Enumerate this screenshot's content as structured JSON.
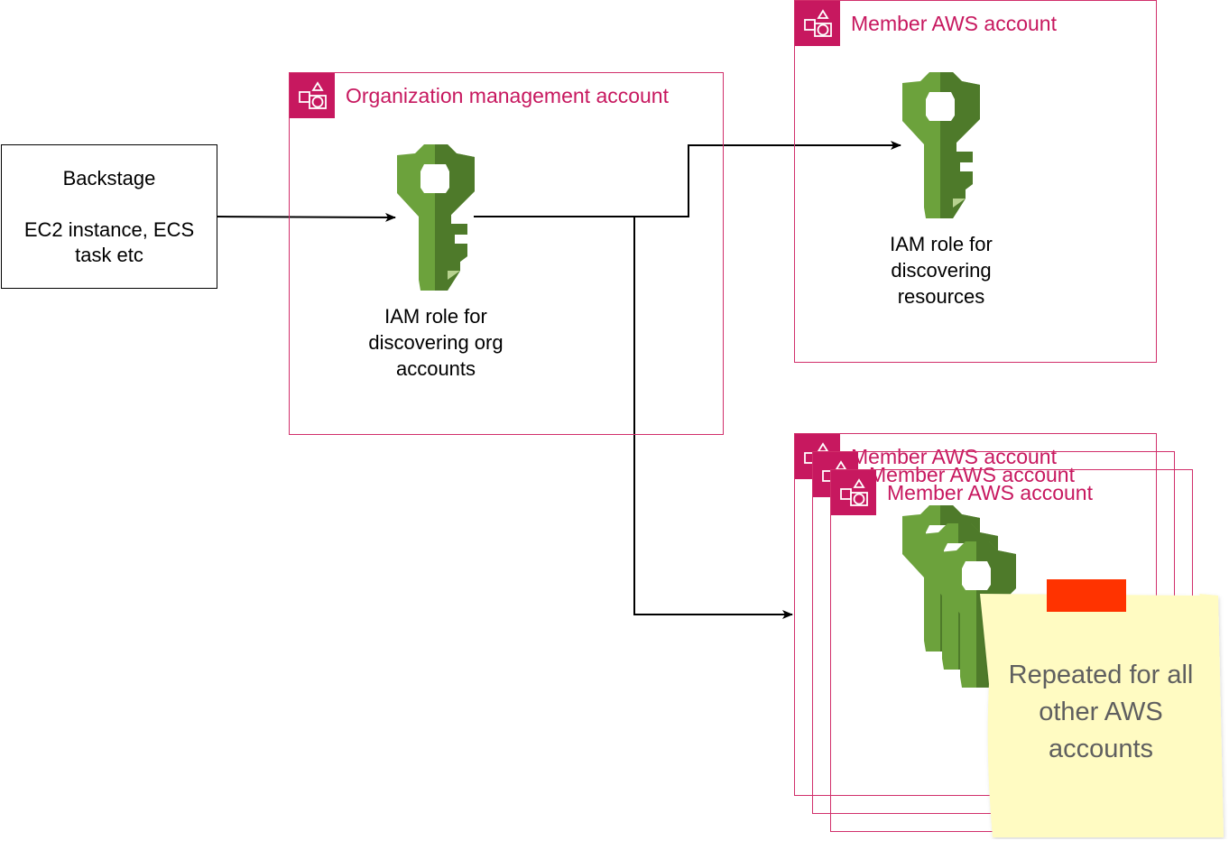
{
  "backstage": {
    "title": "Backstage",
    "subtitle": "EC2 instance, ECS task etc"
  },
  "org_account": {
    "title": "Organization management account",
    "role_caption": "IAM role for discovering org accounts"
  },
  "member_account": {
    "title": "Member AWS account",
    "role_caption": "IAM role for discovering resources"
  },
  "stacked_accounts": [
    {
      "title": "Member AWS account"
    },
    {
      "title": "Member AWS account"
    },
    {
      "title": "Member AWS account"
    }
  ],
  "sticky_note": {
    "text": "Repeated for all other AWS accounts"
  },
  "colors": {
    "account_border": "#d12f6b",
    "account_title": "#c7185f",
    "key_green": "#6ca23c",
    "key_dark": "#4e7a2a",
    "note_yellow": "#fffbc2",
    "note_tape": "#ff3300"
  },
  "icons": {
    "account_group": "aws-account-group-icon",
    "iam_role": "iam-role-key-icon"
  }
}
